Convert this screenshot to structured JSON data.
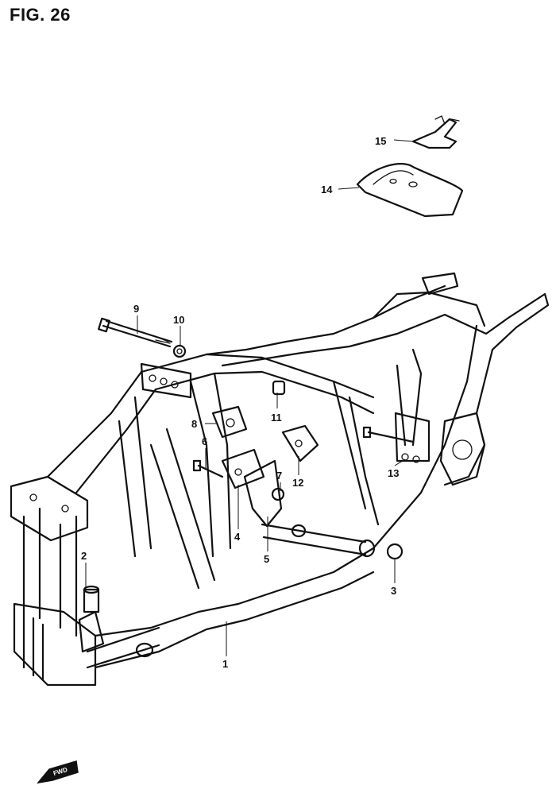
{
  "figure": {
    "title": "FIG. 26"
  },
  "callouts": [
    {
      "num": "1"
    },
    {
      "num": "2"
    },
    {
      "num": "3"
    },
    {
      "num": "4"
    },
    {
      "num": "5"
    },
    {
      "num": "6"
    },
    {
      "num": "7"
    },
    {
      "num": "8"
    },
    {
      "num": "9"
    },
    {
      "num": "10"
    },
    {
      "num": "11"
    },
    {
      "num": "12"
    },
    {
      "num": "13"
    },
    {
      "num": "14"
    },
    {
      "num": "15"
    }
  ],
  "fwd_arrow": {
    "label": "FWD"
  }
}
